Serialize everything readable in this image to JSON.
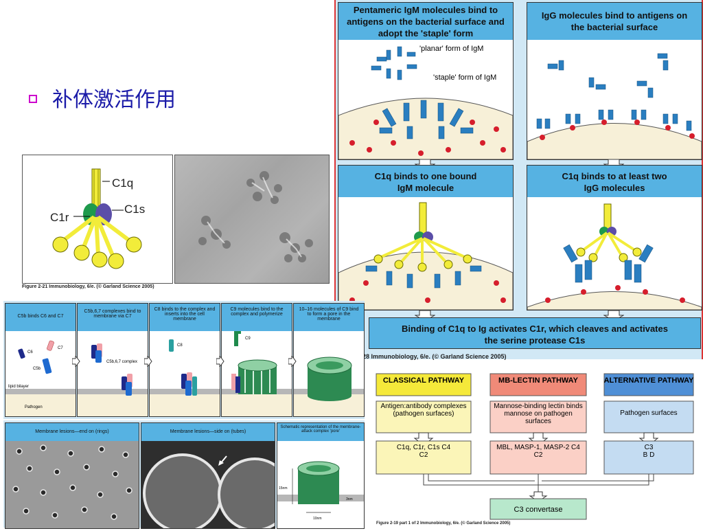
{
  "slide": {
    "title": "补体激活作用"
  },
  "c1_structure": {
    "labels": {
      "c1q": "C1q",
      "c1r": "C1r",
      "c1s": "C1s"
    },
    "caption": "Figure 2-21 Immunobiology, 6/e. (© Garland Science 2005)"
  },
  "top_right": {
    "panels": [
      {
        "header": "Pentameric IgM molecules bind to antigens on the bacterial surface and adopt the 'staple' form",
        "label_planar": "'planar' form of IgM",
        "label_staple": "'staple' form of IgM"
      },
      {
        "header": "IgG molecules bind to antigens on the bacterial surface"
      },
      {
        "header": "C1q binds to one bound IgM molecule"
      },
      {
        "header": "C1q binds to at least two IgG molecules"
      }
    ],
    "footer": "Binding of C1q to Ig activates C1r, which cleaves and activates the serine protease C1s",
    "caption": "28 Immunobiology, 6/e. (© Garland Science 2005)"
  },
  "mac": {
    "panels": [
      {
        "header": "C5b binds C6 and C7",
        "labels": [
          "C6",
          "C7",
          "C5b"
        ],
        "bilayer": "lipid bilayer",
        "pathogen": "Pathogen"
      },
      {
        "header": "C5b,6,7 complexes bind to membrane via C7",
        "labels": [
          "C5b,6,7 complex"
        ]
      },
      {
        "header": "C8 binds to the complex and inserts into the cell membrane",
        "labels": [
          "C8"
        ]
      },
      {
        "header": "C9 molecules bind to the complex and polymerize",
        "labels": [
          "C9"
        ]
      },
      {
        "header": "10–16 molecules of C9 bind to form a pore in the membrane"
      }
    ],
    "lesions": [
      {
        "header": "Membrane lesions—end on (rings)"
      },
      {
        "header": "Membrane lesions—side on (tubes)"
      },
      {
        "header": "Schematic representation of the membrane-attack complex 'pore'",
        "dim_height": "15nm",
        "dim_membrane": "3nm",
        "dim_width": "10nm"
      }
    ]
  },
  "pathways": {
    "columns": [
      {
        "title": "CLASSICAL PATHWAY",
        "trigger": "Antigen:antibody complexes (pathogen surfaces)",
        "components": "C1q, C1r, C1s C4 C2",
        "color": "#f5e93a"
      },
      {
        "title": "MB-LECTIN PATHWAY",
        "trigger": "Mannose-binding lectin binds mannose on pathogen surfaces",
        "components": "MBL, MASP-1, MASP-2 C4 C2",
        "color": "#f08a78"
      },
      {
        "title": "ALTERNATIVE PATHWAY",
        "trigger": "Pathogen surfaces",
        "components": "C3 B D",
        "color": "#4f8fd6"
      }
    ],
    "result": "C3 convertase",
    "caption": "Figure 2-19 part 1 of 2 Immunobiology, 6/e. (© Garland Science 2005)"
  }
}
